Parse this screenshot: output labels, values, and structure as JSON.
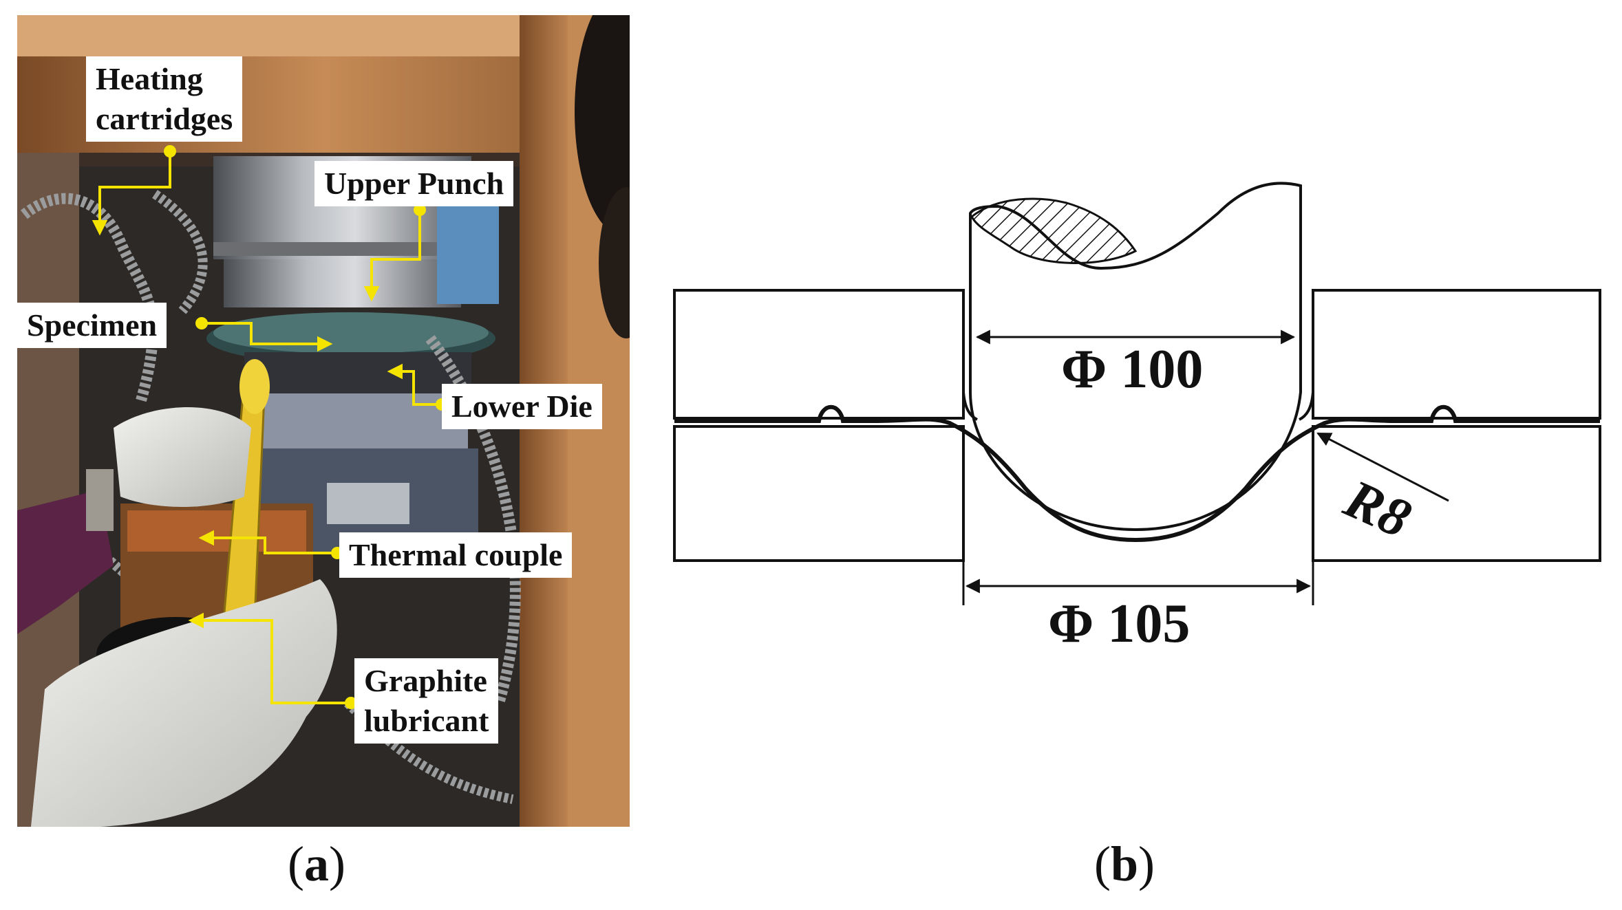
{
  "panel_a": {
    "caption_letter": "a",
    "labels": {
      "heating_cartridges": "Heating\ncartridges",
      "upper_punch": "Upper Punch",
      "specimen": "Specimen",
      "lower_die": "Lower Die",
      "thermal_couple": "Thermal couple",
      "graphite_lubricant": "Graphite\nlubricant"
    },
    "leader_color": "#f5e400"
  },
  "panel_b": {
    "caption_letter": "b",
    "dims": {
      "punch_diameter": "Φ 100",
      "die_diameter": "Φ 105",
      "die_radius": "R8"
    }
  }
}
